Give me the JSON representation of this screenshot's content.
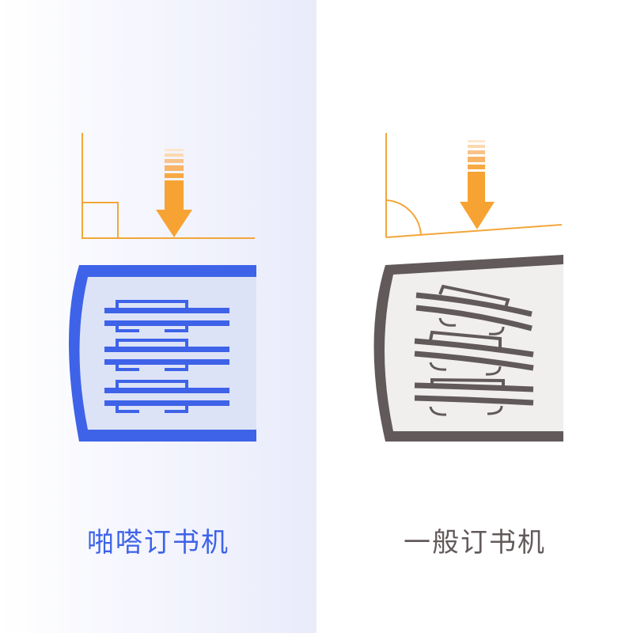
{
  "colors": {
    "accent_blue": "#3e63e8",
    "blue_fill": "#dde3f7",
    "gray_dark": "#625a5a",
    "gray_fill": "#f1eeee",
    "orange": "#f7a333",
    "orange_line": "#f2a63a"
  },
  "left": {
    "label": "啪嗒订书机",
    "label_color": "#3e63e8",
    "angle_marker": "right-angle-square",
    "icon": "flat-staple-icon"
  },
  "right": {
    "label": "一般订书机",
    "label_color": "#625a5a",
    "angle_marker": "arc-angle",
    "icon": "bent-staple-icon"
  }
}
